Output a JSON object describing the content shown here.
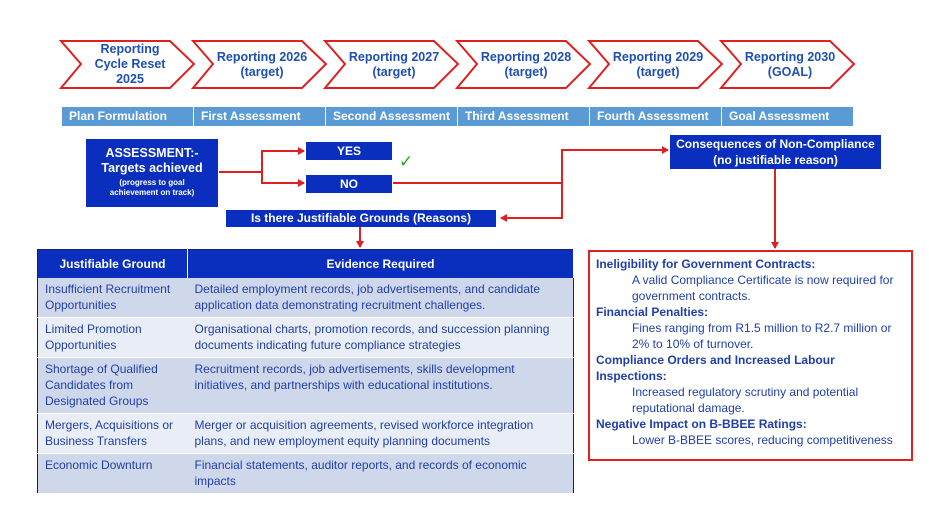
{
  "timeline": [
    {
      "label": "Reporting Cycle Reset 2025"
    },
    {
      "label": "Reporting 2026 (target)"
    },
    {
      "label": "Reporting 2027 (target)"
    },
    {
      "label": "Reporting 2028 (target)"
    },
    {
      "label": "Reporting 2029 (target)"
    },
    {
      "label": "Reporting 2030 (GOAL)"
    }
  ],
  "phases": [
    "Plan Formulation",
    "First Assessment",
    "Second Assessment",
    "Third Assessment",
    "Fourth Assessment",
    "Goal Assessment"
  ],
  "assessment": {
    "line1": "ASSESSMENT:-",
    "line2": "Targets achieved",
    "note": "(progress to goal achievement on track)"
  },
  "yes_label": "YES",
  "no_label": "NO",
  "check_mark": "✓",
  "grounds_question": "Is there Justifiable Grounds (Reasons)",
  "consequences_title": "Consequences of Non-Compliance (no justifiable reason)",
  "table": {
    "headers": [
      "Justifiable Ground",
      "Evidence Required"
    ],
    "rows": [
      {
        "ground": "Insufficient Recruitment Opportunities",
        "evidence": "Detailed employment records, job advertisements, and candidate application data demonstrating recruitment challenges."
      },
      {
        "ground": "Limited Promotion Opportunities",
        "evidence": "Organisational charts, promotion records, and succession planning documents indicating future compliance strategies"
      },
      {
        "ground": "Shortage of Qualified Candidates from Designated Groups",
        "evidence": "Recruitment records, job advertisements, skills development initiatives, and partnerships with educational institutions."
      },
      {
        "ground": "Mergers, Acquisitions or Business Transfers",
        "evidence": "Merger or acquisition agreements, revised workforce integration plans, and new employment equity planning documents"
      },
      {
        "ground": "Economic Downturn",
        "evidence": "Financial statements, auditor reports, and records of economic impacts"
      }
    ]
  },
  "consequences": [
    {
      "heading": "Ineligibility for Government Contracts:",
      "text": "A valid Compliance Certificate is now required for government contracts."
    },
    {
      "heading": "Financial Penalties:",
      "text": "Fines ranging from R1.5 million to R2.7 million or 2% to 10% of turnover."
    },
    {
      "heading": "Compliance Orders and Increased Labour Inspections:",
      "text": "Increased regulatory scrutiny and potential reputational damage."
    },
    {
      "heading": "Negative Impact on B-BBEE Ratings:",
      "text": "Lower B-BBEE scores, reducing competitiveness"
    }
  ],
  "colors": {
    "accent_blue": "#0a2fbf",
    "phase_blue": "#5b9bd5",
    "arrow_red": "#e02020",
    "check_green": "#22a822"
  }
}
